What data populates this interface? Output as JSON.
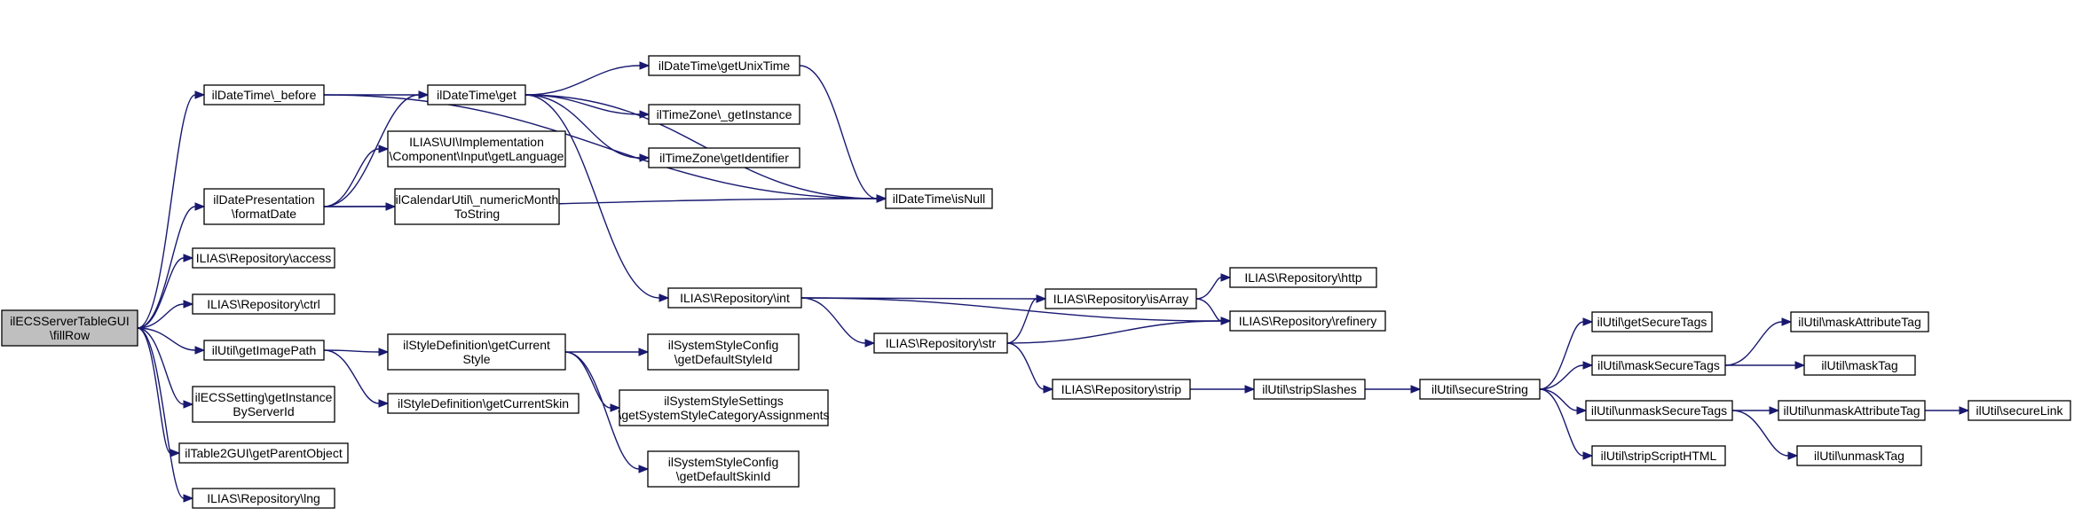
{
  "nodes": [
    {
      "id": "fillRow",
      "lines": [
        "ilECSServerTableGUI",
        "\\fillRow"
      ],
      "root": true
    },
    {
      "id": "before",
      "lines": [
        "ilDateTime\\_before"
      ]
    },
    {
      "id": "formatDate",
      "lines": [
        "ilDatePresentation",
        "\\formatDate"
      ]
    },
    {
      "id": "access",
      "lines": [
        "ILIAS\\Repository\\access"
      ]
    },
    {
      "id": "ctrl",
      "lines": [
        "ILIAS\\Repository\\ctrl"
      ]
    },
    {
      "id": "getImagePath",
      "lines": [
        "ilUtil\\getImagePath"
      ]
    },
    {
      "id": "getInstanceByServerId",
      "lines": [
        "ilECSSetting\\getInstance",
        "ByServerId"
      ]
    },
    {
      "id": "getParentObject",
      "lines": [
        "ilTable2GUI\\getParentObject"
      ]
    },
    {
      "id": "lng",
      "lines": [
        "ILIAS\\Repository\\lng"
      ]
    },
    {
      "id": "dtGet",
      "lines": [
        "ilDateTime\\get"
      ]
    },
    {
      "id": "getLanguage",
      "lines": [
        "ILIAS\\UI\\Implementation",
        "\\Component\\Input\\getLanguage"
      ]
    },
    {
      "id": "numericMonth",
      "lines": [
        "ilCalendarUtil\\_numericMonth",
        "ToString"
      ]
    },
    {
      "id": "getCurrentStyle",
      "lines": [
        "ilStyleDefinition\\getCurrent",
        "Style"
      ]
    },
    {
      "id": "getCurrentSkin",
      "lines": [
        "ilStyleDefinition\\getCurrentSkin"
      ]
    },
    {
      "id": "getUnixTime",
      "lines": [
        "ilDateTime\\getUnixTime"
      ]
    },
    {
      "id": "tzGetInstance",
      "lines": [
        "ilTimeZone\\_getInstance"
      ]
    },
    {
      "id": "getIdentifier",
      "lines": [
        "ilTimeZone\\getIdentifier"
      ]
    },
    {
      "id": "isNull",
      "lines": [
        "ilDateTime\\isNull"
      ]
    },
    {
      "id": "repoInt",
      "lines": [
        "ILIAS\\Repository\\int"
      ]
    },
    {
      "id": "getDefaultStyleId",
      "lines": [
        "ilSystemStyleConfig",
        "\\getDefaultStyleId"
      ]
    },
    {
      "id": "getSystemStyleCategoryAssignments",
      "lines": [
        "ilSystemStyleSettings",
        "\\getSystemStyleCategoryAssignments"
      ]
    },
    {
      "id": "getDefaultSkinId",
      "lines": [
        "ilSystemStyleConfig",
        "\\getDefaultSkinId"
      ]
    },
    {
      "id": "repoStr",
      "lines": [
        "ILIAS\\Repository\\str"
      ]
    },
    {
      "id": "isArray",
      "lines": [
        "ILIAS\\Repository\\isArray"
      ]
    },
    {
      "id": "repoStrip",
      "lines": [
        "ILIAS\\Repository\\strip"
      ]
    },
    {
      "id": "http",
      "lines": [
        "ILIAS\\Repository\\http"
      ]
    },
    {
      "id": "refinery",
      "lines": [
        "ILIAS\\Repository\\refinery"
      ]
    },
    {
      "id": "stripSlashes",
      "lines": [
        "ilUtil\\stripSlashes"
      ]
    },
    {
      "id": "secureString",
      "lines": [
        "ilUtil\\secureString"
      ]
    },
    {
      "id": "getSecureTags",
      "lines": [
        "ilUtil\\getSecureTags"
      ]
    },
    {
      "id": "maskSecureTags",
      "lines": [
        "ilUtil\\maskSecureTags"
      ]
    },
    {
      "id": "unmaskSecureTags",
      "lines": [
        "ilUtil\\unmaskSecureTags"
      ]
    },
    {
      "id": "stripScriptHTML",
      "lines": [
        "ilUtil\\stripScriptHTML"
      ]
    },
    {
      "id": "maskAttributeTag",
      "lines": [
        "ilUtil\\maskAttributeTag"
      ]
    },
    {
      "id": "maskTag",
      "lines": [
        "ilUtil\\maskTag"
      ]
    },
    {
      "id": "unmaskAttributeTag",
      "lines": [
        "ilUtil\\unmaskAttributeTag"
      ]
    },
    {
      "id": "unmaskTag",
      "lines": [
        "ilUtil\\unmaskTag"
      ]
    },
    {
      "id": "secureLink",
      "lines": [
        "ilUtil\\secureLink"
      ]
    }
  ],
  "edges": [
    [
      "fillRow",
      "before"
    ],
    [
      "fillRow",
      "formatDate"
    ],
    [
      "fillRow",
      "access"
    ],
    [
      "fillRow",
      "ctrl"
    ],
    [
      "fillRow",
      "getImagePath"
    ],
    [
      "fillRow",
      "getInstanceByServerId"
    ],
    [
      "fillRow",
      "getParentObject"
    ],
    [
      "fillRow",
      "lng"
    ],
    [
      "before",
      "dtGet"
    ],
    [
      "before",
      "isNull"
    ],
    [
      "formatDate",
      "dtGet"
    ],
    [
      "formatDate",
      "getLanguage"
    ],
    [
      "formatDate",
      "numericMonth"
    ],
    [
      "formatDate",
      "isNull"
    ],
    [
      "getImagePath",
      "getCurrentStyle"
    ],
    [
      "getImagePath",
      "getCurrentSkin"
    ],
    [
      "dtGet",
      "getUnixTime"
    ],
    [
      "dtGet",
      "tzGetInstance"
    ],
    [
      "dtGet",
      "getIdentifier"
    ],
    [
      "dtGet",
      "isNull"
    ],
    [
      "dtGet",
      "repoInt"
    ],
    [
      "getUnixTime",
      "isNull"
    ],
    [
      "getCurrentStyle",
      "getDefaultStyleId"
    ],
    [
      "getCurrentStyle",
      "getSystemStyleCategoryAssignments"
    ],
    [
      "getCurrentStyle",
      "getDefaultSkinId"
    ],
    [
      "repoInt",
      "isArray"
    ],
    [
      "repoInt",
      "refinery"
    ],
    [
      "repoInt",
      "repoStr"
    ],
    [
      "repoStr",
      "isArray"
    ],
    [
      "repoStr",
      "refinery"
    ],
    [
      "repoStr",
      "repoStrip"
    ],
    [
      "isArray",
      "http"
    ],
    [
      "isArray",
      "refinery"
    ],
    [
      "repoStrip",
      "stripSlashes"
    ],
    [
      "stripSlashes",
      "secureString"
    ],
    [
      "secureString",
      "getSecureTags"
    ],
    [
      "secureString",
      "maskSecureTags"
    ],
    [
      "secureString",
      "unmaskSecureTags"
    ],
    [
      "secureString",
      "stripScriptHTML"
    ],
    [
      "maskSecureTags",
      "maskAttributeTag"
    ],
    [
      "maskSecureTags",
      "maskTag"
    ],
    [
      "unmaskSecureTags",
      "unmaskAttributeTag"
    ],
    [
      "unmaskSecureTags",
      "unmaskTag"
    ],
    [
      "unmaskAttributeTag",
      "secureLink"
    ]
  ]
}
